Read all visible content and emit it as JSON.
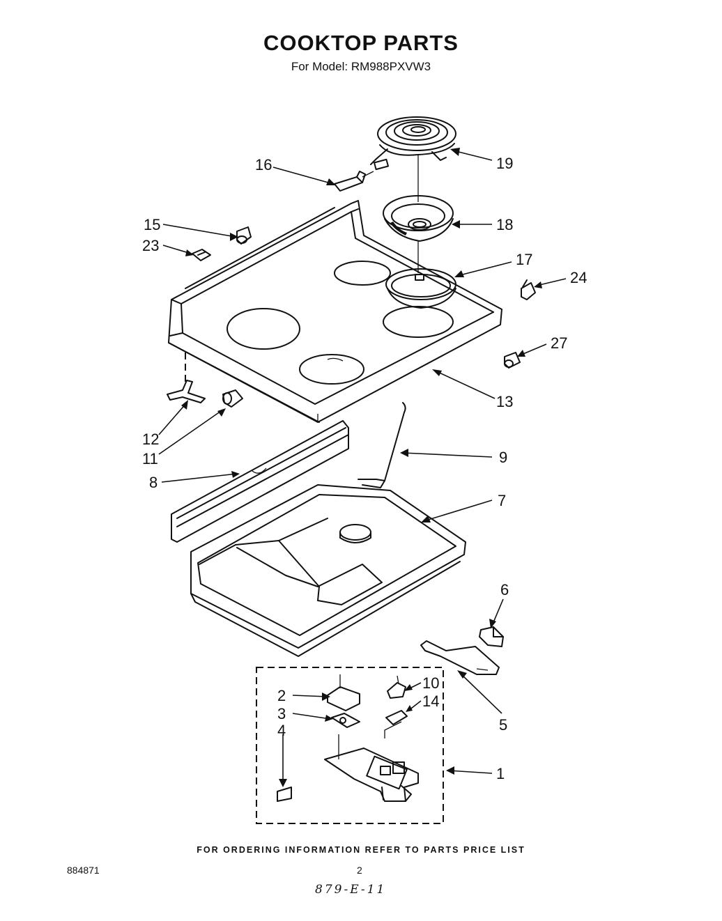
{
  "header": {
    "title": "COOKTOP PARTS",
    "subtitle": "For Model: RM988PXVW3"
  },
  "callouts": [
    "1",
    "2",
    "3",
    "4",
    "5",
    "6",
    "7",
    "8",
    "9",
    "10",
    "11",
    "12",
    "13",
    "14",
    "15",
    "16",
    "17",
    "18",
    "19",
    "23",
    "24",
    "27"
  ],
  "footer": {
    "note": "FOR ORDERING INFORMATION REFER TO PARTS PRICE LIST",
    "doc_number": "884871",
    "page_number": "2",
    "handwritten_code": "879-E-11"
  }
}
